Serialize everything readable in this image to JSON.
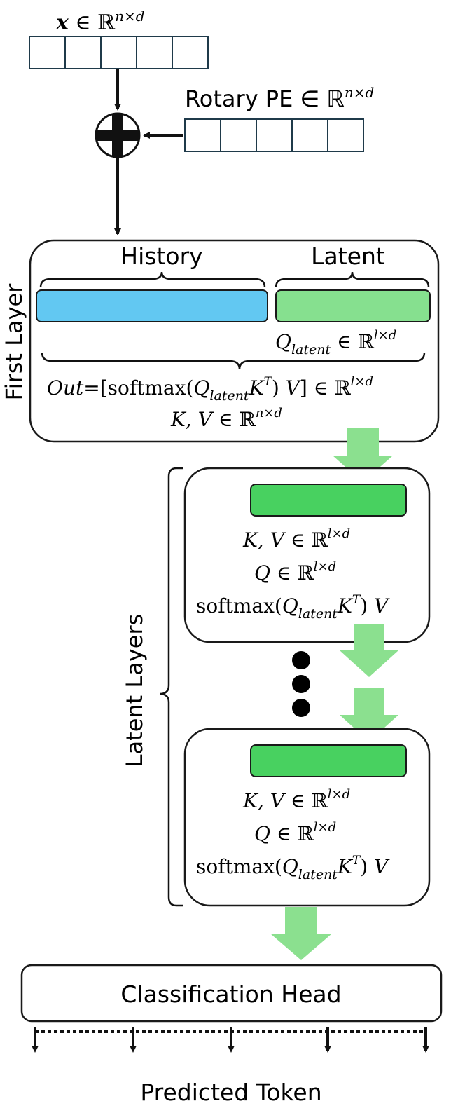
{
  "input": {
    "x": "𝒙",
    "x_space": " ∈ ℝ",
    "x_sup": "n×d",
    "rope": "Rotary PE ∈ ℝ",
    "rope_sup": "n×d"
  },
  "first_layer": {
    "side_label": "First Layer",
    "history_label": "History",
    "latent_label": "Latent",
    "q_var": "Q",
    "q_sub": "latent",
    "q_space": " ∈ ℝ",
    "q_sup": "l×d",
    "out_name": "Out",
    "out_eq": "=[softmax(",
    "out_q": "Q",
    "out_q_sub": "latent",
    "out_k": "K",
    "out_k_sup": "T",
    "out_close": ") ",
    "out_v": "V",
    "out_space": "] ∈ ℝ",
    "out_sup": "l×d",
    "kv_var": "K, V",
    "kv_space": " ∈ ℝ",
    "kv_sup": "n×d"
  },
  "latent_layers": {
    "side_label": "Latent Layers",
    "blocks": [
      {
        "kv_var": "K, V",
        "kv_space": " ∈ ℝ",
        "kv_sup": "l×d",
        "q_var": "Q",
        "q_space": " ∈ ℝ",
        "q_sup": "l×d",
        "attn_pre": "softmax(",
        "attn_q": "Q",
        "attn_q_sub": "latent",
        "attn_k": "K",
        "attn_k_sup": "T",
        "attn_close": ") ",
        "attn_v": "V"
      },
      {
        "kv_var": "K, V",
        "kv_space": " ∈ ℝ",
        "kv_sup": "l×d",
        "q_var": "Q",
        "q_space": " ∈ ℝ",
        "q_sup": "l×d",
        "attn_pre": "softmax(",
        "attn_q": "Q",
        "attn_q_sub": "latent",
        "attn_k": "K",
        "attn_k_sup": "T",
        "attn_close": ") ",
        "attn_v": "V"
      }
    ]
  },
  "classification_head": {
    "label": "Classification Head"
  },
  "output": {
    "label": "Predicted Token"
  },
  "colors": {
    "stroke": "#1a1a1a",
    "cell_border": "#1f3a4a",
    "history_bar": "#62c8f2",
    "latent_bar": "#86e08f",
    "latent_layer_bar": "#48d160",
    "flow_arrow": "#8be08f"
  }
}
